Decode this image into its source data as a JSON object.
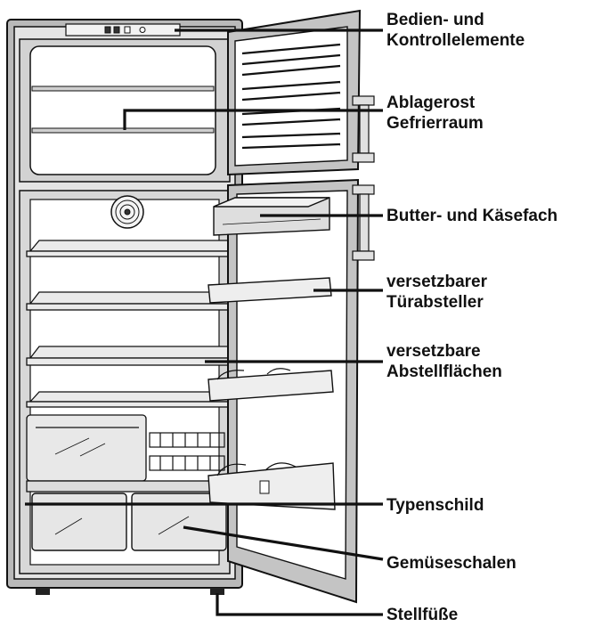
{
  "labels": {
    "controls": {
      "line1": "Bedien- und",
      "line2": "Kontrollelemente"
    },
    "freezer_shelf": {
      "line1": "Ablagerost",
      "line2": "Gefrierraum"
    },
    "butter_cheese": {
      "line1": "Butter- und Käsefach"
    },
    "door_shelf": {
      "line1": "versetzbarer",
      "line2": "Türabsteller"
    },
    "shelves": {
      "line1": "versetzbare",
      "line2": "Abstellflächen"
    },
    "type_plate": {
      "line1": "Typenschild"
    },
    "vegetable_bins": {
      "line1": "Gemüseschalen"
    },
    "feet": {
      "line1": "Stellfüße"
    }
  },
  "colors": {
    "line": "#111111",
    "cabinet": "#b9b9b9",
    "interior": "#ffffff",
    "door": "#c4c4c4"
  }
}
